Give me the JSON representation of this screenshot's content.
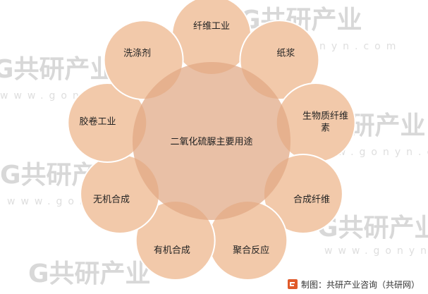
{
  "diagram": {
    "center_label": "二氧化硫脲主要用途",
    "nodes": [
      {
        "label": "纤维工业"
      },
      {
        "label": "纸浆"
      },
      {
        "label": "生物质纤维素"
      },
      {
        "label": "合成纤维"
      },
      {
        "label": "聚合反应"
      },
      {
        "label": "有机合成"
      },
      {
        "label": "无机合成"
      },
      {
        "label": "胶卷工业"
      },
      {
        "label": "洗涤剂"
      }
    ]
  },
  "colors": {
    "node_fill": "#f2c9aa",
    "node_stroke": "#ffffff",
    "center_fill": "#e0a884",
    "text": "#222222"
  },
  "watermark": {
    "brand": "共研产业",
    "url": "www.gonyn.com"
  },
  "source": {
    "text": "制图：共研产业咨询（共研网）"
  },
  "icons": {
    "source_logo": "gonyn-logo-icon"
  }
}
